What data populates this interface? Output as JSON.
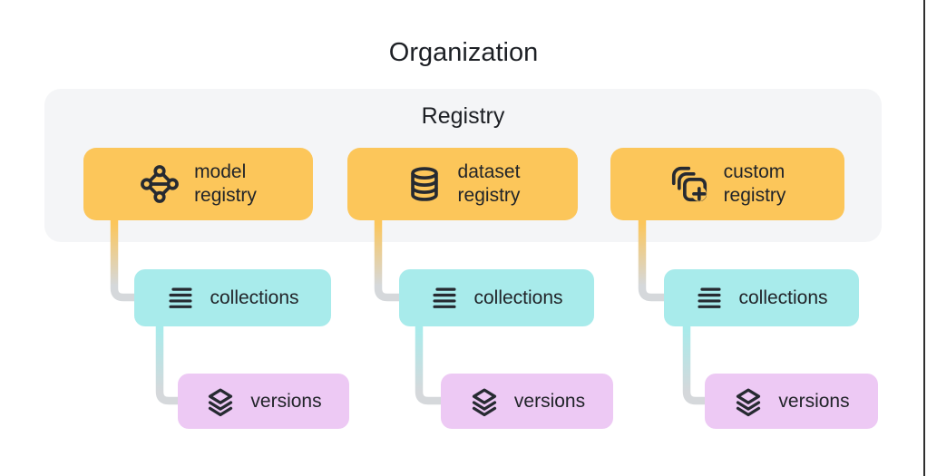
{
  "title": "Organization",
  "registry": {
    "label": "Registry"
  },
  "columns": [
    {
      "registry_box": {
        "line1": "model",
        "line2": "registry",
        "icon": "model-registry-icon"
      },
      "collections_box": {
        "label": "collections",
        "icon": "collections-list-icon"
      },
      "versions_box": {
        "label": "versions",
        "icon": "versions-layers-icon"
      }
    },
    {
      "registry_box": {
        "line1": "dataset",
        "line2": "registry",
        "icon": "dataset-registry-icon"
      },
      "collections_box": {
        "label": "collections",
        "icon": "collections-list-icon"
      },
      "versions_box": {
        "label": "versions",
        "icon": "versions-layers-icon"
      }
    },
    {
      "registry_box": {
        "line1": "custom",
        "line2": "registry",
        "icon": "custom-registry-icon"
      },
      "collections_box": {
        "label": "collections",
        "icon": "collections-list-icon"
      },
      "versions_box": {
        "label": "versions",
        "icon": "versions-layers-icon"
      }
    }
  ],
  "icons": {
    "model": "graph-nodes-icon",
    "dataset": "database-icon",
    "custom": "stacked-squares-plus-icon",
    "collections": "list-lines-icon",
    "versions": "layers-icon"
  },
  "colors": {
    "registry_box": "#FCC65A",
    "collections_box": "#A8EBEB",
    "versions_box": "#EDC9F4",
    "registry_container": "#F4F5F7",
    "connector_gray": "#D5D8DB",
    "ink": "#22262C"
  }
}
